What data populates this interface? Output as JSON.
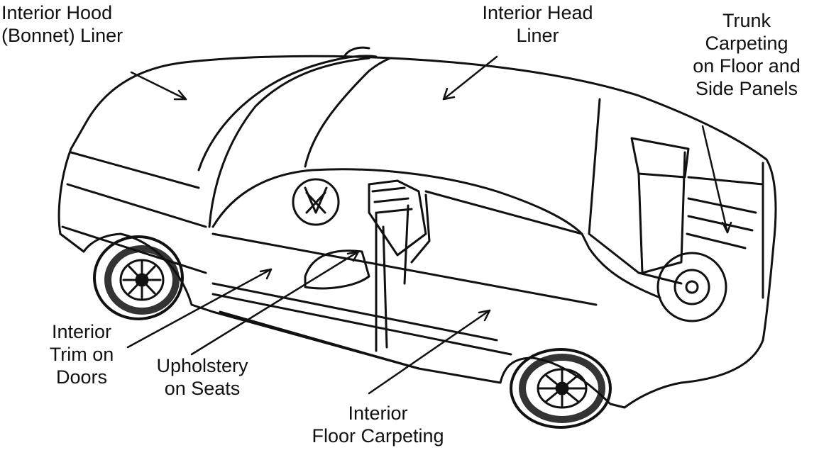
{
  "labels": {
    "hood_liner": [
      "Interior Hood",
      "(Bonnet) Liner"
    ],
    "head_liner": [
      "Interior Head",
      "Liner"
    ],
    "trunk_carpeting": [
      "Trunk",
      "Carpeting",
      "on Floor and",
      "Side Panels"
    ],
    "door_trim": [
      "Interior",
      "Trim on",
      "Doors"
    ],
    "seat_upholstery": [
      "Upholstery",
      "on Seats"
    ],
    "floor_carpeting": [
      "Interior",
      "Floor Carpeting"
    ]
  },
  "colors": {
    "ink": "#111111",
    "background": "#ffffff"
  }
}
